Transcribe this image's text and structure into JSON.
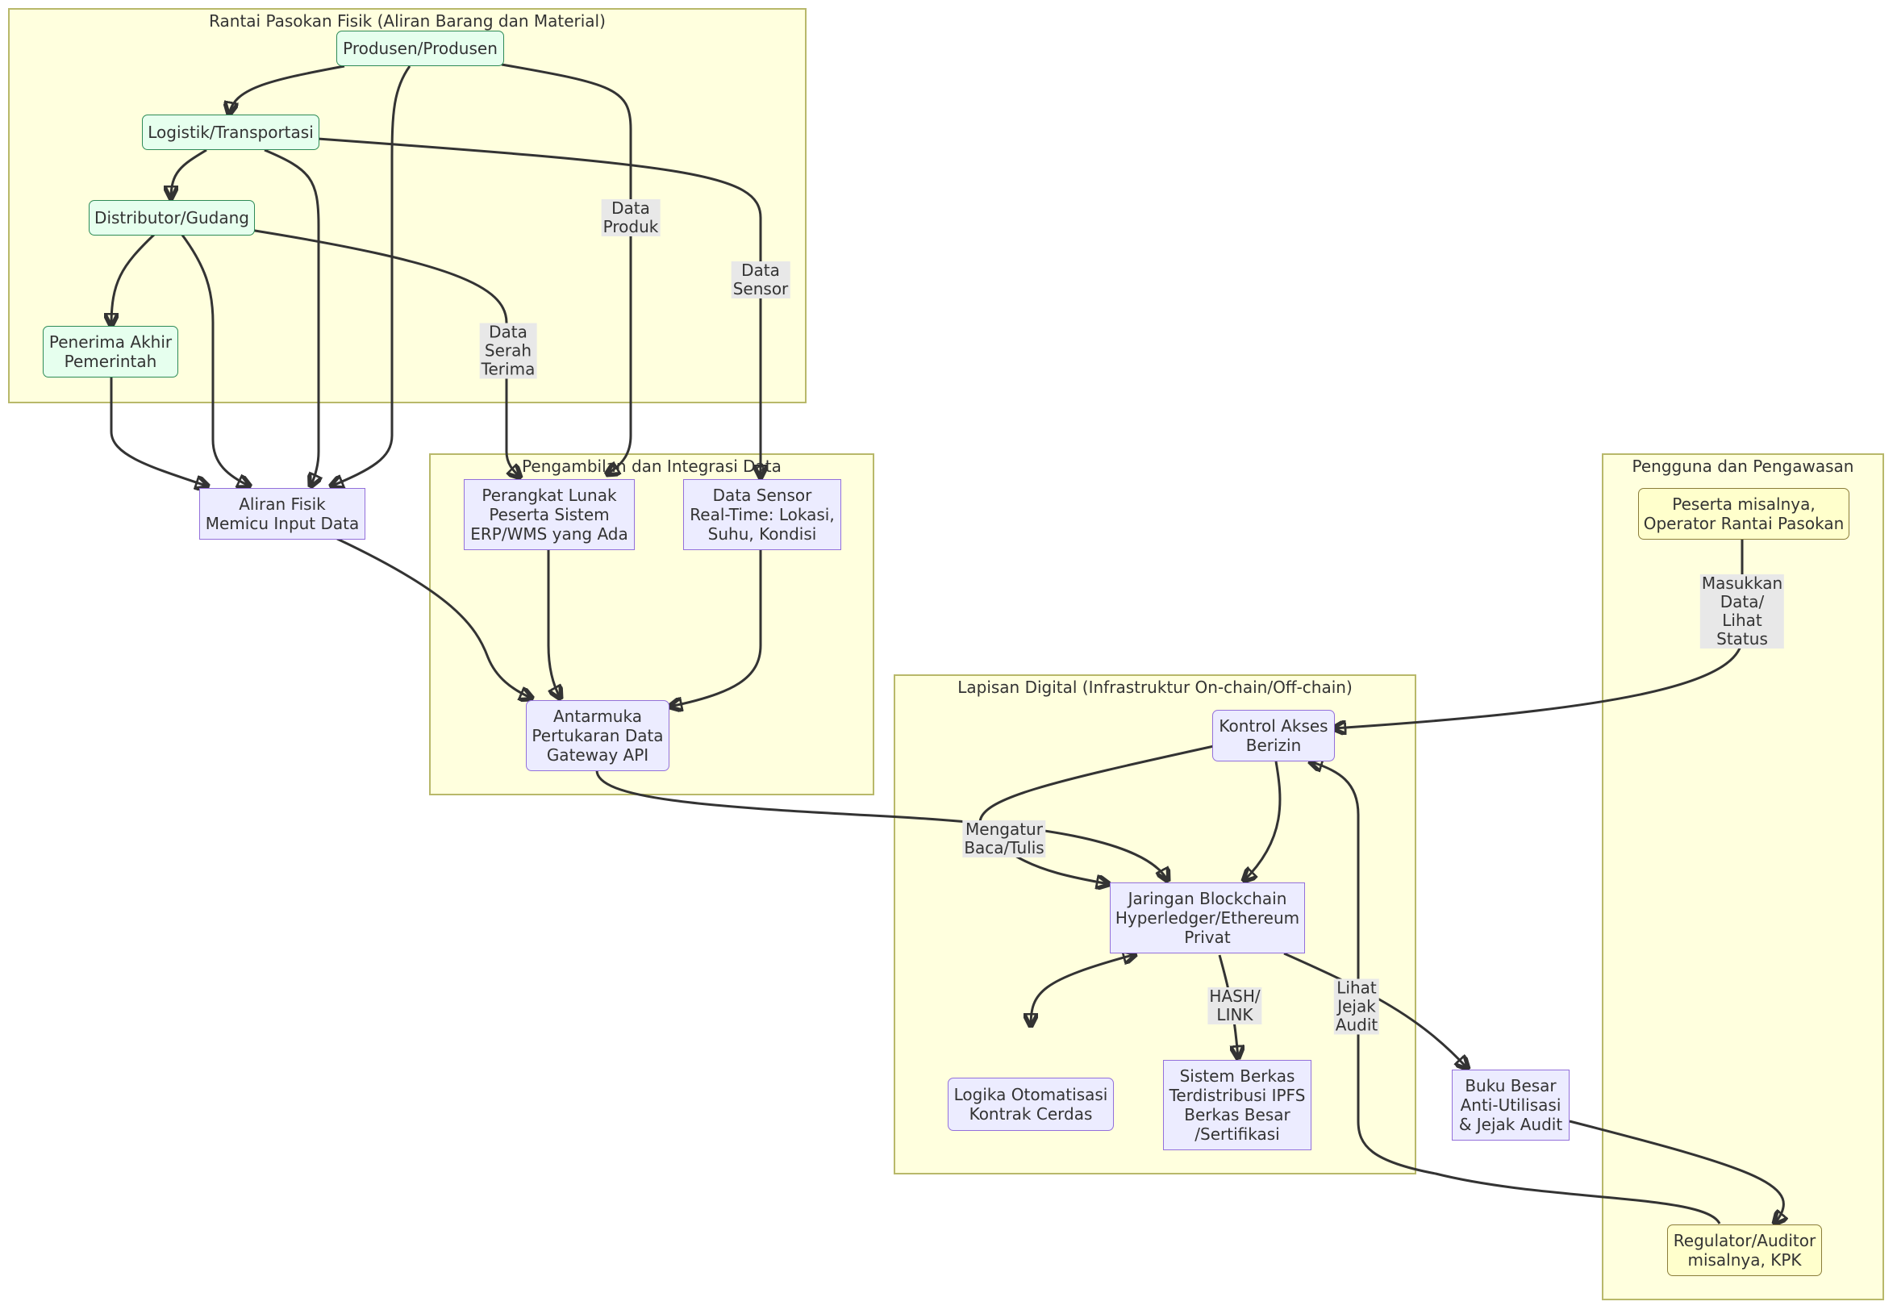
{
  "clusters": {
    "physical": {
      "title": "Rantai Pasokan Fisik (Aliran Barang dan Material)"
    },
    "integration": {
      "title": "Pengambilan dan Integrasi Data"
    },
    "digital": {
      "title": "Lapisan Digital (Infrastruktur On-chain/Off-chain)"
    },
    "users": {
      "title": "Pengguna dan Pengawasan"
    }
  },
  "nodes": {
    "producer": "Produsen/Produsen",
    "logistics": "Logistik/Transportasi",
    "distributor": "Distributor/Gudang",
    "receiver": "Penerima Akhir\nPemerintah",
    "physical_flow": "Aliran Fisik\nMemicu Input Data",
    "erp": "Perangkat Lunak\nPeserta Sistem\nERP/WMS yang Ada",
    "sensor": "Data Sensor\nReal-Time: Lokasi,\nSuhu, Kondisi",
    "gateway": "Antarmuka\nPertukaran Data\nGateway API",
    "access": "Kontrol Akses\nBerizin",
    "blockchain": "Jaringan Blockchain\nHyperledger/Ethereum\nPrivat",
    "contract": "Logika Otomatisasi\nKontrak Cerdas",
    "ipfs": "Sistem Berkas\nTerdistribusi IPFS\nBerkas Besar\n/Sertifikasi",
    "ledger": "Buku Besar\nAnti-Utilisasi\n& Jejak Audit",
    "participant": "Peserta misalnya,\nOperator Rantai Pasokan",
    "regulator": "Regulator/Auditor\nmisalnya, KPK"
  },
  "edge_labels": {
    "product_data": "Data\nProduk",
    "sensor_data": "Data\nSensor",
    "handover_data": "Data\nSerah\nTerima",
    "input_view": "Masukkan\nData/\nLihat\nStatus",
    "read_write": "Mengatur\nBaca/Tulis",
    "hash_link": "HASH/\nLINK",
    "audit_trail": "Lihat\nJejak\nAudit"
  }
}
